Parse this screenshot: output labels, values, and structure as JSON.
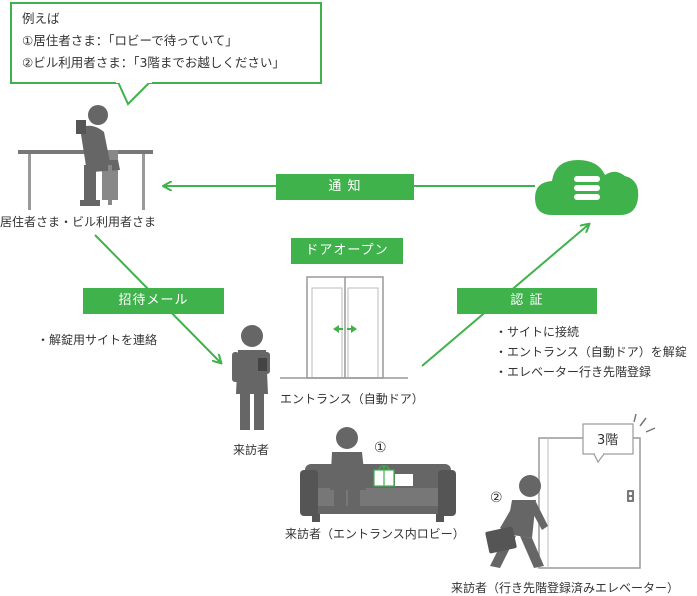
{
  "bubble": {
    "title": "例えば",
    "line1": "①居住者さま：「ロビーで待っていて」",
    "line2": "②ビル利用者さま：「3階までお越しください」"
  },
  "resident": {
    "caption": "居住者さま・ビル利用者さま"
  },
  "arrows": {
    "notify": "通 知",
    "invite": "招待メール",
    "auth": "認 証",
    "door_open": "ドアオープン"
  },
  "invite_note": "・解錠用サイトを連絡",
  "auth_notes": [
    "・サイトに接続",
    "・エントランス（自動ドア）を解錠",
    "・エレベーター行き先階登録"
  ],
  "entrance": {
    "caption": "エントランス（自動ドア）"
  },
  "visitor": {
    "caption": "来訪者"
  },
  "lobby": {
    "marker": "①",
    "caption": "来訪者（エントランス内ロビー）"
  },
  "elevator": {
    "marker": "②",
    "floor": "3階",
    "caption": "来訪者（行き先階登録済みエレベーター）"
  },
  "colors": {
    "accent": "#3fb24c",
    "figure": "#666666",
    "line": "#999999"
  }
}
